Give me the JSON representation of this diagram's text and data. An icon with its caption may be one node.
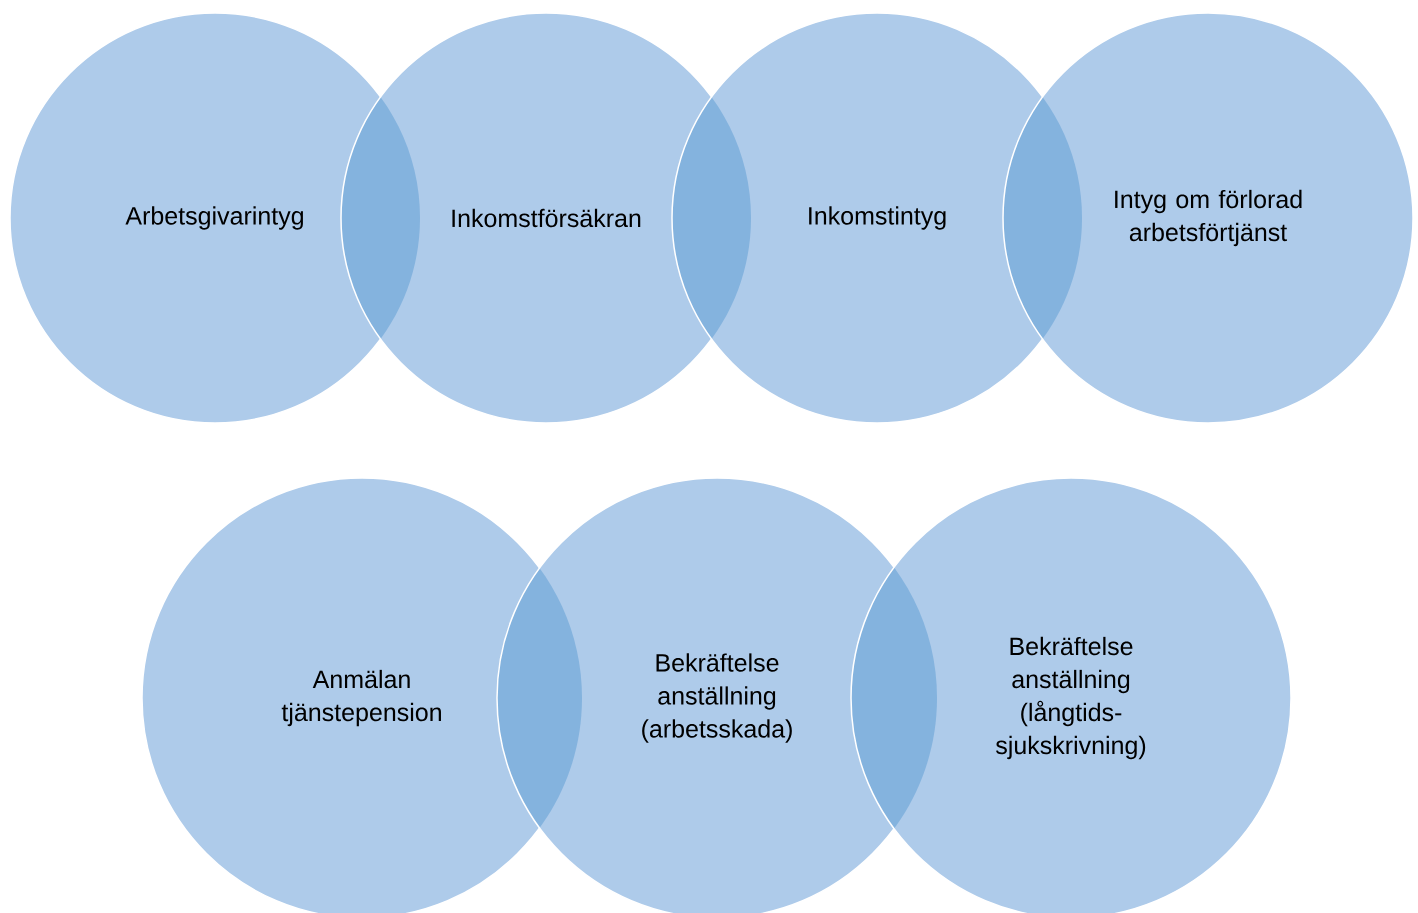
{
  "diagram": {
    "nodes": [
      {
        "text": [
          "Arbetsgivarintyg"
        ]
      },
      {
        "text": [
          "Inkomstförsäkran"
        ]
      },
      {
        "text": [
          "Inkomstintyg"
        ]
      },
      {
        "text": [
          "Intyg om förlorad arbetsförtjänst"
        ]
      },
      {
        "text": [
          "Anmälan tjänstepension"
        ]
      },
      {
        "text": [
          "Bekräftelse anställning (arbetsskada)"
        ]
      },
      {
        "text": [
          "Bekräftelse anställning (långtids- sjukskrivning)"
        ]
      }
    ]
  }
}
